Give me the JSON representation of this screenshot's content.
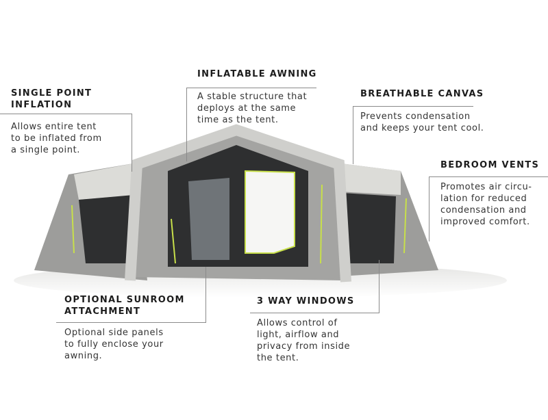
{
  "features": [
    {
      "title": "SINGLE POINT INFLATION",
      "title_lines": [
        "SINGLE POINT",
        "INFLATION"
      ],
      "description_lines": [
        "Allows entire tent",
        "to be inflated from",
        "a single point."
      ]
    },
    {
      "title": "INFLATABLE AWNING",
      "title_lines": [
        "INFLATABLE AWNING"
      ],
      "description_lines": [
        "A stable structure that",
        "deploys at the same",
        "time as the tent."
      ]
    },
    {
      "title": "BREATHABLE CANVAS",
      "title_lines": [
        "BREATHABLE CANVAS"
      ],
      "description_lines": [
        "Prevents condensation",
        "and keeps your tent cool."
      ]
    },
    {
      "title": "BEDROOM VENTS",
      "title_lines": [
        "BEDROOM VENTS"
      ],
      "description_lines": [
        "Promotes air circu-",
        "lation for reduced",
        "condensation and",
        "improved comfort."
      ]
    },
    {
      "title": "OPTIONAL SUNROOM ATTACHMENT",
      "title_lines": [
        "OPTIONAL SUNROOM",
        "ATTACHMENT"
      ],
      "description_lines": [
        "Optional side panels",
        "to fully enclose your",
        "awning."
      ]
    },
    {
      "title": "3 WAY WINDOWS",
      "title_lines": [
        "3 WAY WINDOWS"
      ],
      "description_lines": [
        "Allows control of",
        "light, airflow and",
        "privacy from inside",
        "the tent."
      ]
    }
  ],
  "colors": {
    "canvas": "#9c9c9a",
    "roof": "#dcdcd8",
    "mesh": "#2e2f30",
    "accent": "#c8e04a"
  }
}
